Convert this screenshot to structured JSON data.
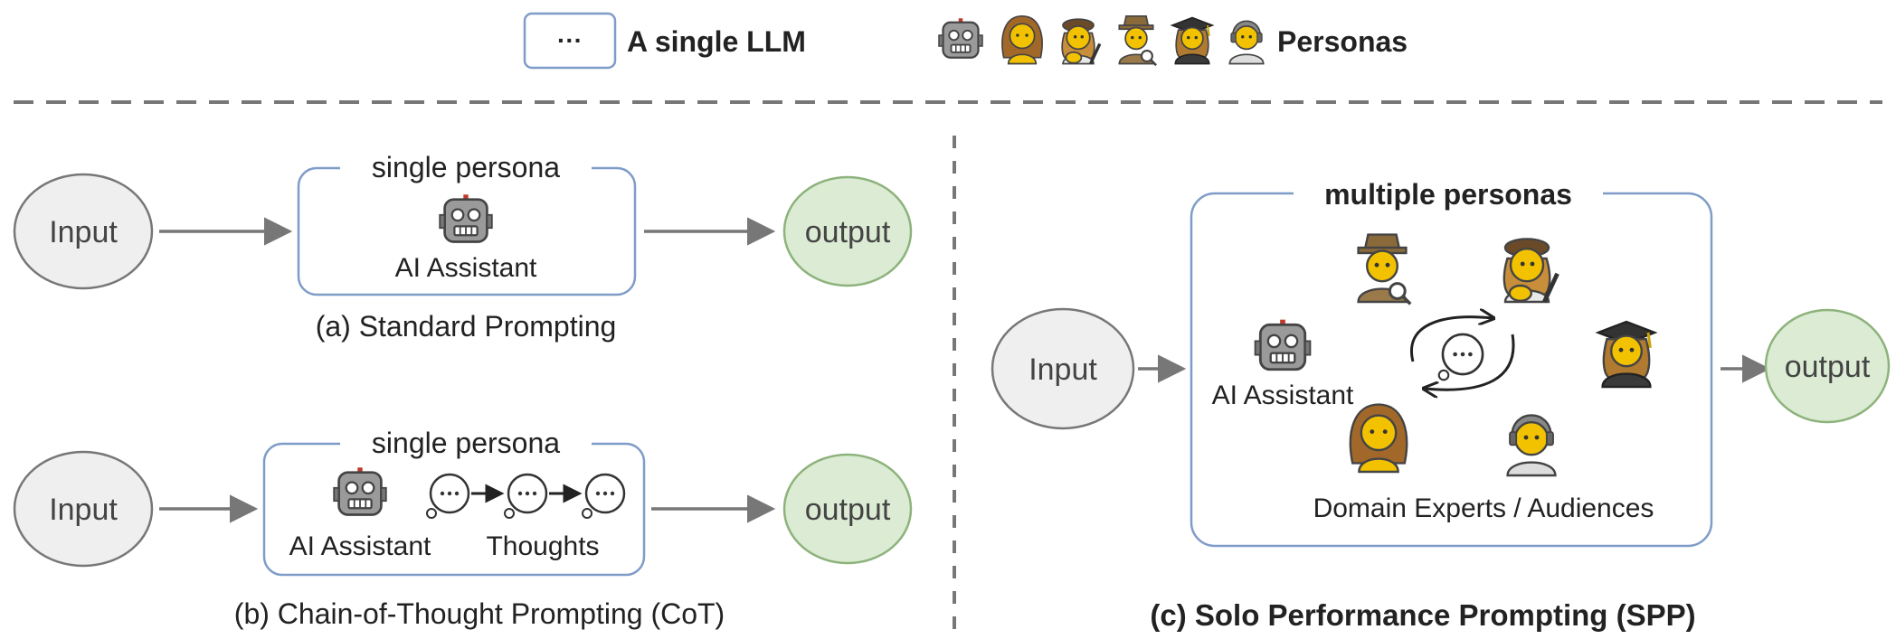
{
  "legend": {
    "llm_box_symbol": "···",
    "llm_label": "A single LLM",
    "personas_label": "Personas"
  },
  "panel_a": {
    "input_label": "Input",
    "group_label": "single persona",
    "assistant_label": "AI Assistant",
    "output_label": "output",
    "caption": "(a) Standard Prompting"
  },
  "panel_b": {
    "input_label": "Input",
    "group_label": "single persona",
    "assistant_label": "AI Assistant",
    "thoughts_label": "Thoughts",
    "output_label": "output",
    "caption": "(b) Chain-of-Thought Prompting (CoT)"
  },
  "panel_c": {
    "input_label": "Input",
    "group_label": "multiple personas",
    "assistant_label": "AI Assistant",
    "experts_label": "Domain Experts / Audiences",
    "output_label": "output",
    "caption": "(c) Solo Performance Prompting (SPP)"
  },
  "colors": {
    "box_border": "#7f9cc8",
    "input_fill": "#efefef",
    "output_fill": "#dcecd4",
    "output_border": "#8db37c",
    "arrow": "#777777",
    "robot": "#8a8a8a",
    "persona_skin": "#f2c200"
  },
  "icons": [
    "robot-icon",
    "persona-woman-icon",
    "persona-artist-icon",
    "persona-detective-icon",
    "persona-graduate-icon",
    "persona-technologist-icon",
    "thought-bubble-icon",
    "cycle-arrows-icon"
  ]
}
